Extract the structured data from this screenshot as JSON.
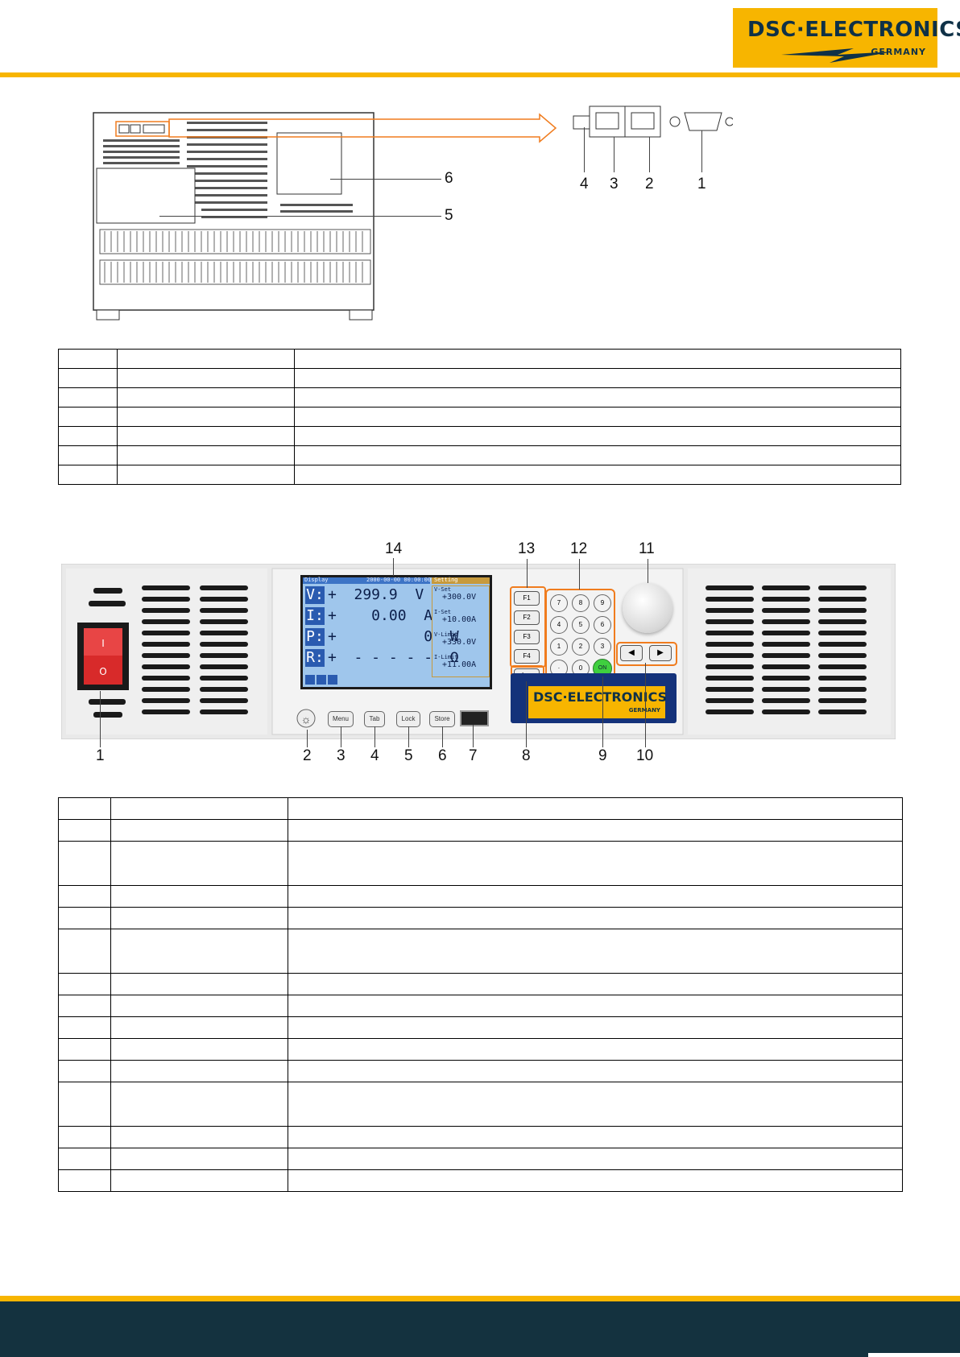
{
  "header": {
    "logo_main": "DSC·ELECTRONICS",
    "logo_sub": "GERMANY",
    "brand_color": "#f7b500",
    "footer_color": "#14323f"
  },
  "rear_panel": {
    "callouts": [
      "1",
      "2",
      "3",
      "4",
      "5",
      "6"
    ]
  },
  "front_panel": {
    "callouts": [
      "1",
      "2",
      "3",
      "4",
      "5",
      "6",
      "7",
      "8",
      "9",
      "10",
      "11",
      "12",
      "13",
      "14"
    ],
    "display": {
      "tab_left": "Display",
      "timestamp": "2000-00-00 00:00:00",
      "tab_right": "Setting",
      "rows": [
        {
          "label": "V:",
          "value": "+  299.9  V"
        },
        {
          "label": "I:",
          "value": "+    0.00  A"
        },
        {
          "label": "P:",
          "value": "+          0  W"
        },
        {
          "label": "R:",
          "value": "+  - - - - -  Ω"
        }
      ],
      "settings": [
        {
          "name": "V-Set",
          "value": "+300.0V"
        },
        {
          "name": "I-Set",
          "value": "+10.00A"
        },
        {
          "name": "V-Limit",
          "value": "+330.0V"
        },
        {
          "name": "I-Limit",
          "value": "+11.00A"
        }
      ]
    },
    "buttons": {
      "menu": "Menu",
      "tab": "Tab",
      "lock": "Lock",
      "store": "Store",
      "on": "ON",
      "f1": "F1",
      "f2": "F2",
      "f3": "F3",
      "f4": "F4"
    },
    "keypad": [
      "7",
      "8",
      "9",
      "4",
      "5",
      "6",
      "1",
      "2",
      "3",
      "·",
      "0"
    ],
    "panel_logo": "DSC·ELECTRONICS",
    "panel_logo_sub": "GERMANY"
  }
}
